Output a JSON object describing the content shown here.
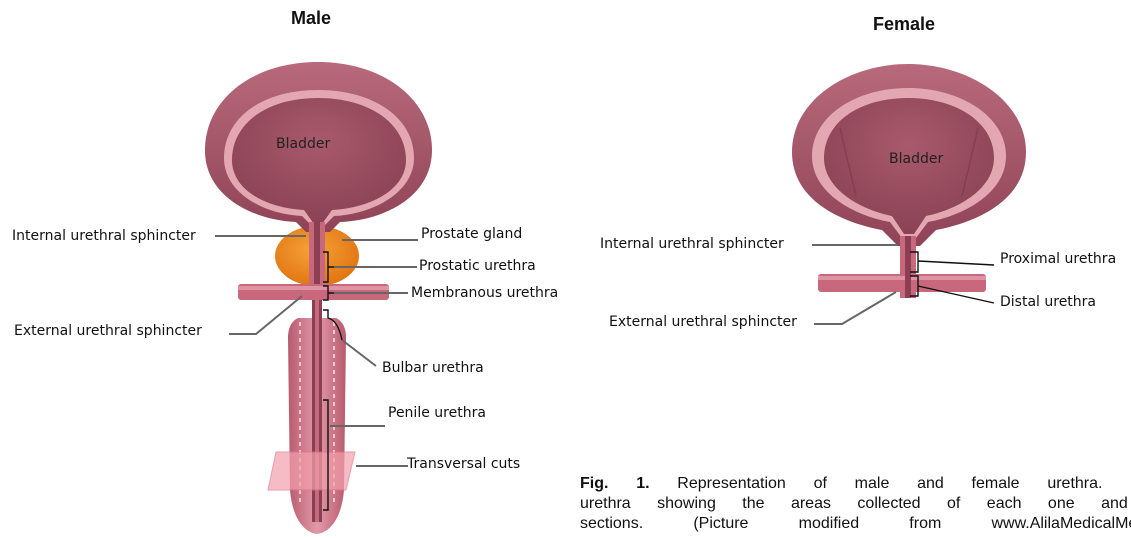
{
  "male": {
    "title": "Male",
    "bladder_label": "Bladder",
    "labels": {
      "internal_sphincter": "Internal urethral sphincter",
      "external_sphincter": "External urethral sphincter",
      "prostate_gland": "Prostate gland",
      "prostatic_urethra": "Prostatic urethra",
      "membranous_urethra": "Membranous urethra",
      "bulbar_urethra": "Bulbar urethra",
      "penile_urethra": "Penile urethra",
      "transversal_cuts": "Transversal cuts"
    }
  },
  "female": {
    "title": "Female",
    "bladder_label": "Bladder",
    "labels": {
      "internal_sphincter": "Internal urethral sphincter",
      "external_sphincter": "External urethral sphincter",
      "proximal_urethra": "Proximal urethra",
      "distal_urethra": "Distal urethra"
    }
  },
  "caption": {
    "prefix": "Fig. 1.",
    "line1": " Representation of male and female urethra. Picture",
    "line2": "urethra showing the areas collected of each one and spe",
    "line3": "sections. (Picture modified from www.AlilaMedicalMedia.co"
  },
  "colors": {
    "bladder_wall": "#9e4f61",
    "bladder_inner": "#e3a7b2",
    "bladder_lumen": "#9a4b5d",
    "prostate": "#f08a1c",
    "tissue": "#c9687c",
    "cut_overlay": "#f3a0ad"
  }
}
